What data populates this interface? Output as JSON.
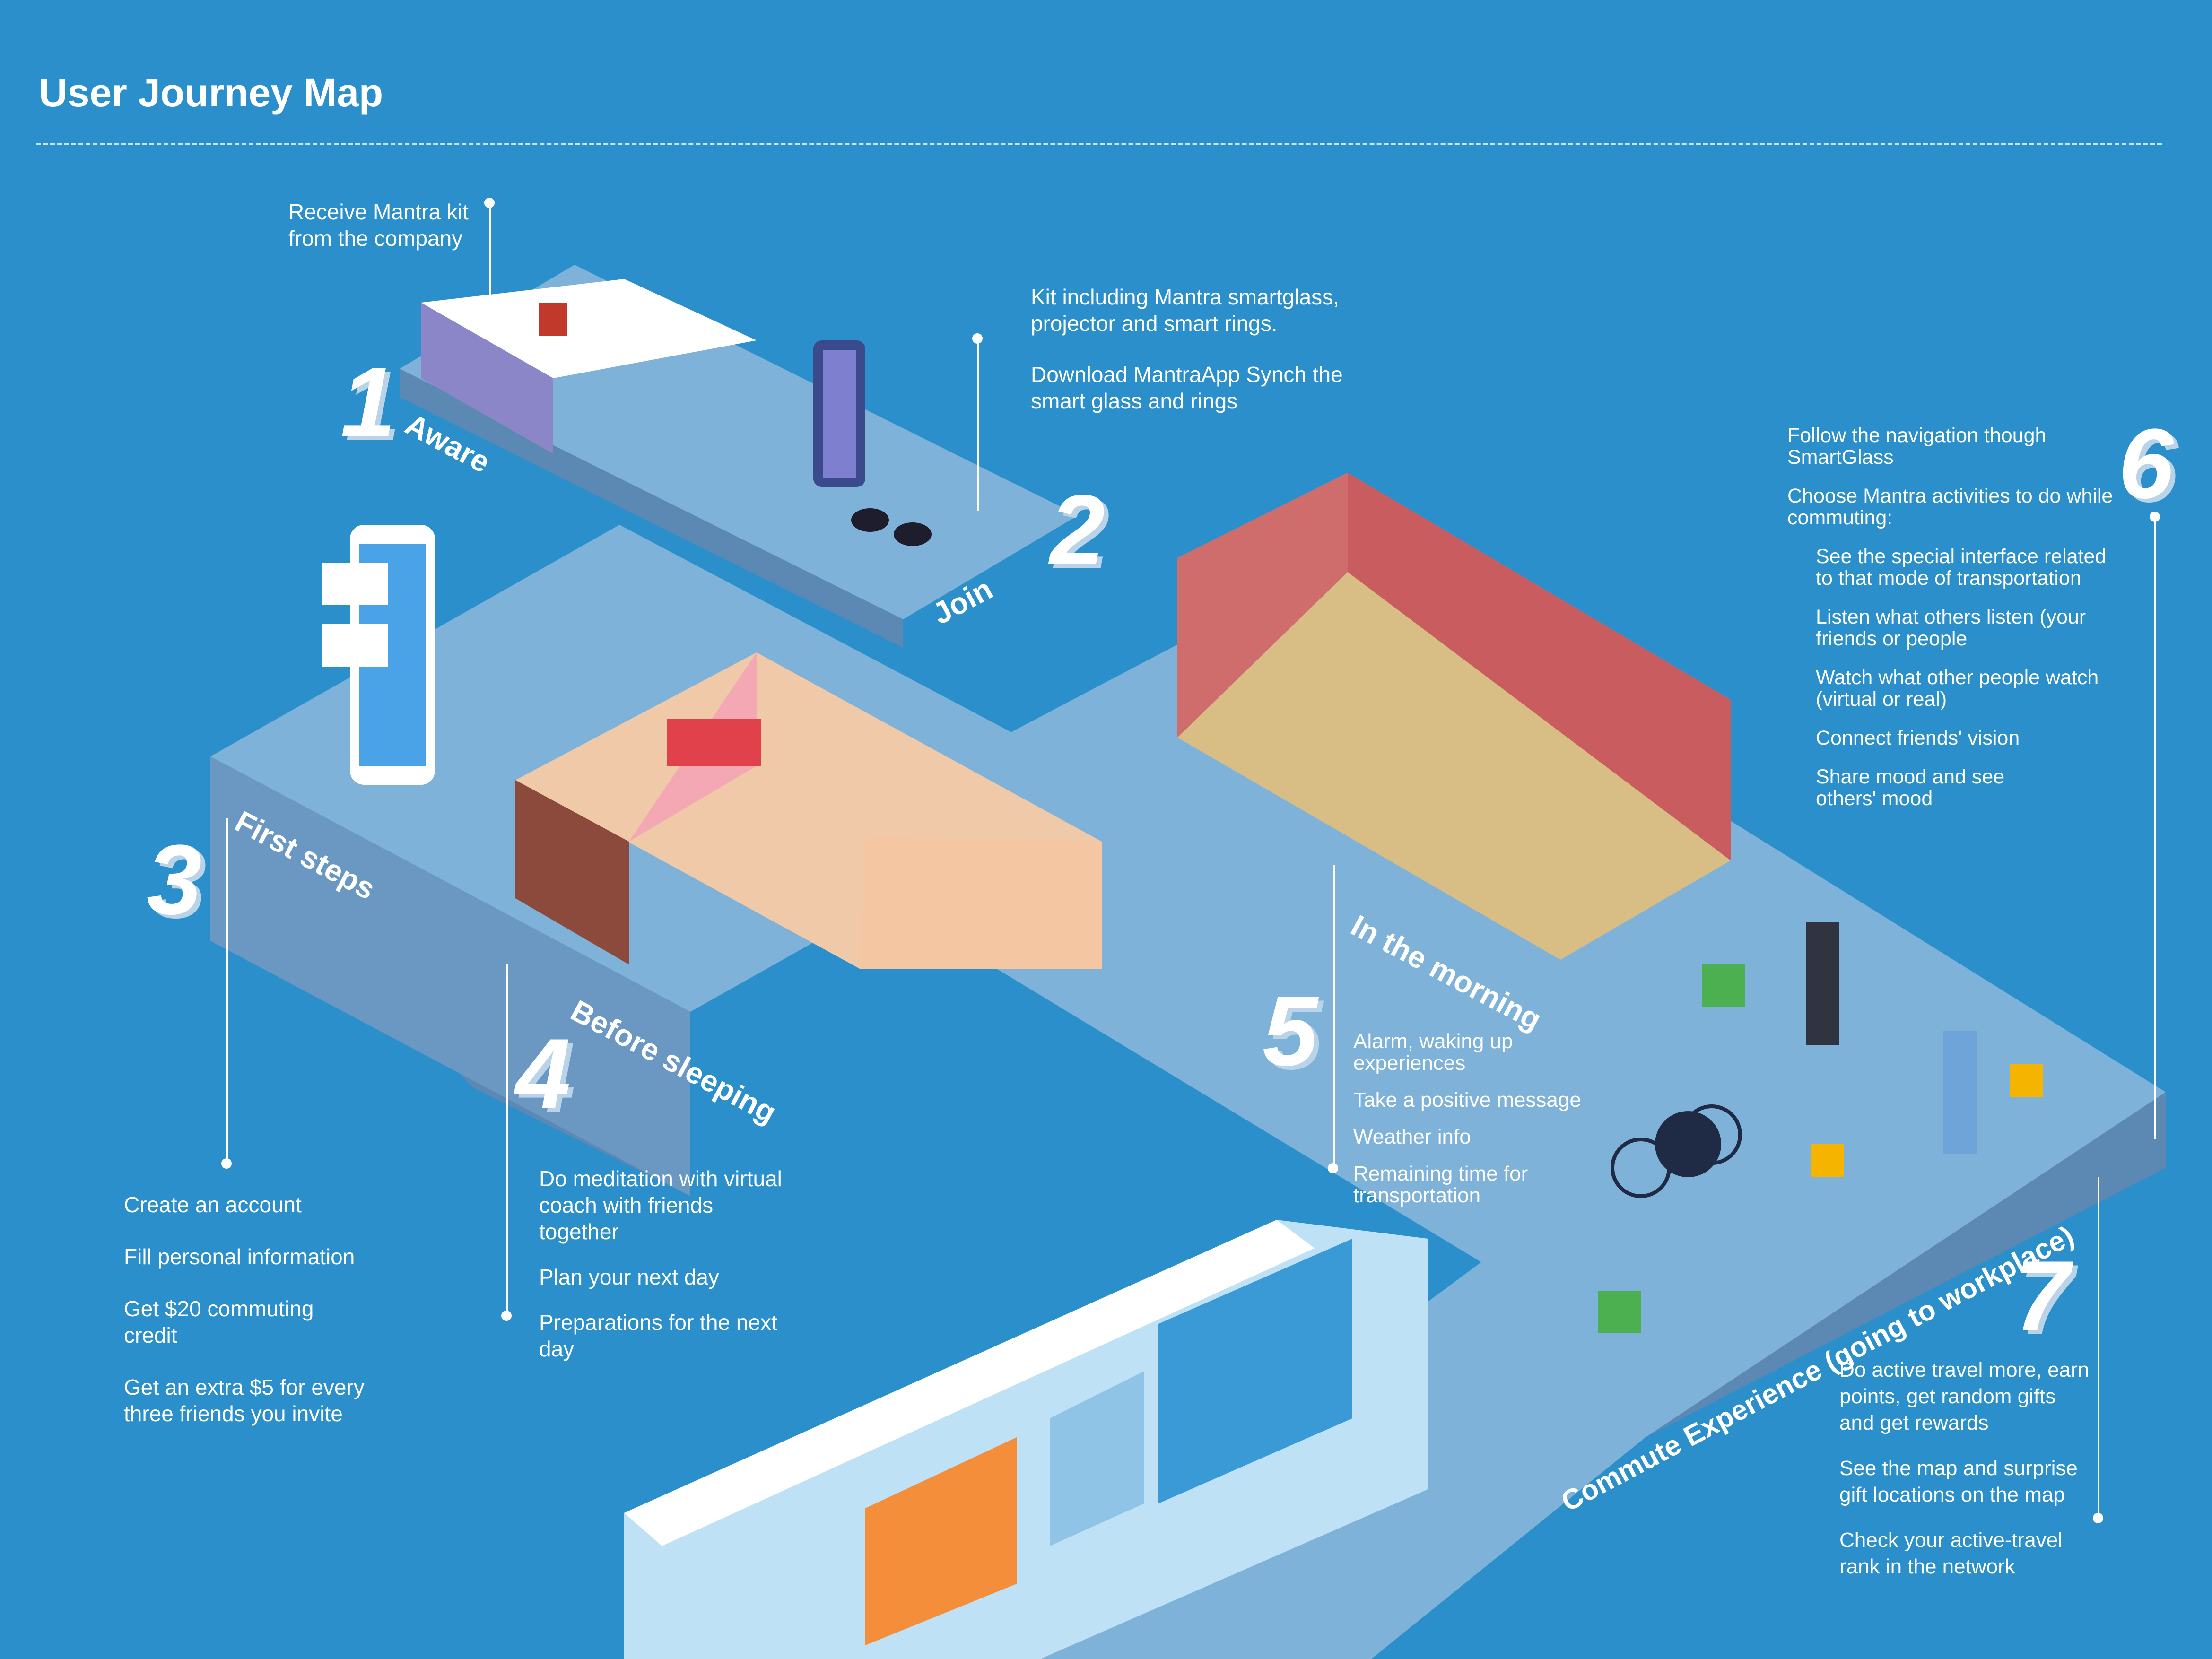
{
  "header": {
    "title": "User Journey Map"
  },
  "stages": [
    {
      "number": "1",
      "label": "Aware",
      "notes": [
        "Receive Mantra kit from the company"
      ]
    },
    {
      "number": "2",
      "label": "Join",
      "notes": [
        "Kit including Mantra smartglass, projector and smart rings.",
        "Download MantraApp Synch the smart glass and rings"
      ]
    },
    {
      "number": "3",
      "label": "First steps",
      "notes": [
        "Create an account",
        "Fill personal information",
        "Get $20 commuting credit",
        "Get an extra $5 for every three friends you invite"
      ]
    },
    {
      "number": "4",
      "label": "Before sleeping",
      "notes": [
        "Do meditation with virtual coach with friends together",
        "Plan your next day",
        "Preparations for the next day"
      ]
    },
    {
      "number": "5",
      "label": "In the morning",
      "notes": [
        "Alarm, waking up experiences",
        "Take a positive message",
        "Weather info",
        "Remaining time for transportation"
      ]
    },
    {
      "number": "6",
      "label": "",
      "notes": [
        "Follow the navigation though SmartGlass",
        "Choose Mantra activities to do while commuting:",
        "See the special interface related to that mode of transportation",
        "Listen what others listen (your friends or people",
        "Watch what other people watch (virtual or real)",
        "Connect friends' vision",
        "Share mood and see others' mood"
      ]
    },
    {
      "number": "7",
      "label": "Commute Experience (going to workplace)",
      "notes": [
        "Do active travel more, earn points, get random gifts and get rewards",
        "See the map and surprise gift locations on the map",
        "Check your active-travel rank in the network"
      ]
    }
  ],
  "colors": {
    "background": "#2b8fcb",
    "platform_top": "#7fb2d8",
    "platform_side": "#5c89b3",
    "text": "#ffffff"
  }
}
